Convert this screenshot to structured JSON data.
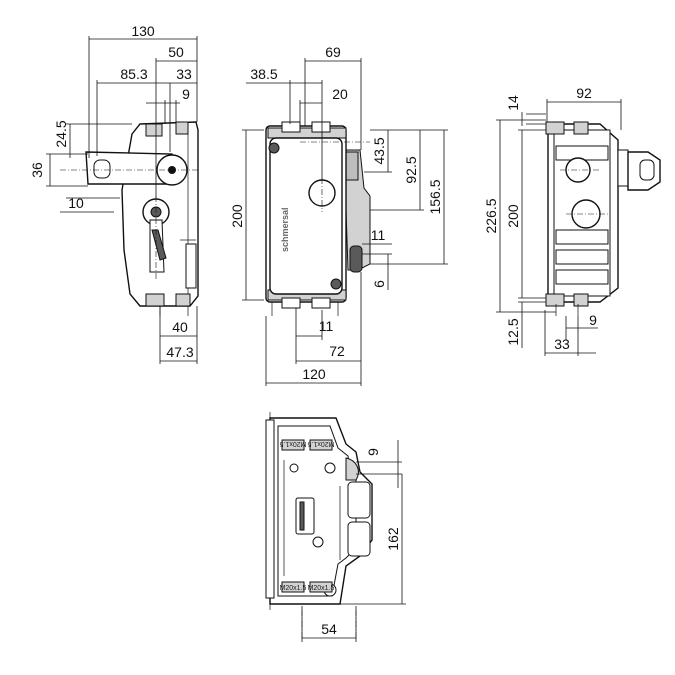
{
  "dimensions": {
    "left_view": {
      "d130": "130",
      "d50": "50",
      "d85_3": "85.3",
      "d33": "33",
      "d9": "9",
      "d24_5": "24.5",
      "d36": "36",
      "d10": "10",
      "d40": "40",
      "d47_3": "47.3"
    },
    "front_view": {
      "d69": "69",
      "d38_5": "38.5",
      "d20": "20",
      "d43_5": "43.5",
      "d92_5": "92.5",
      "d156_5": "156.5",
      "d200": "200",
      "d11a": "11",
      "d6": "6",
      "d11b": "11",
      "d72": "72",
      "d120": "120"
    },
    "right_view": {
      "d14": "14",
      "d92": "92",
      "d226_5": "226.5",
      "d200": "200",
      "d12_5": "12.5",
      "d9": "9",
      "d33": "33"
    },
    "bottom_view": {
      "d9": "9",
      "d162": "162",
      "d54": "54"
    }
  },
  "labels": {
    "brand": "schmersal",
    "conduit_top_left": "M20x1.5",
    "conduit_top_right": "M20x1.5",
    "conduit_bottom_left": "M20x1.5",
    "conduit_bottom_right": "M20x1.5"
  }
}
